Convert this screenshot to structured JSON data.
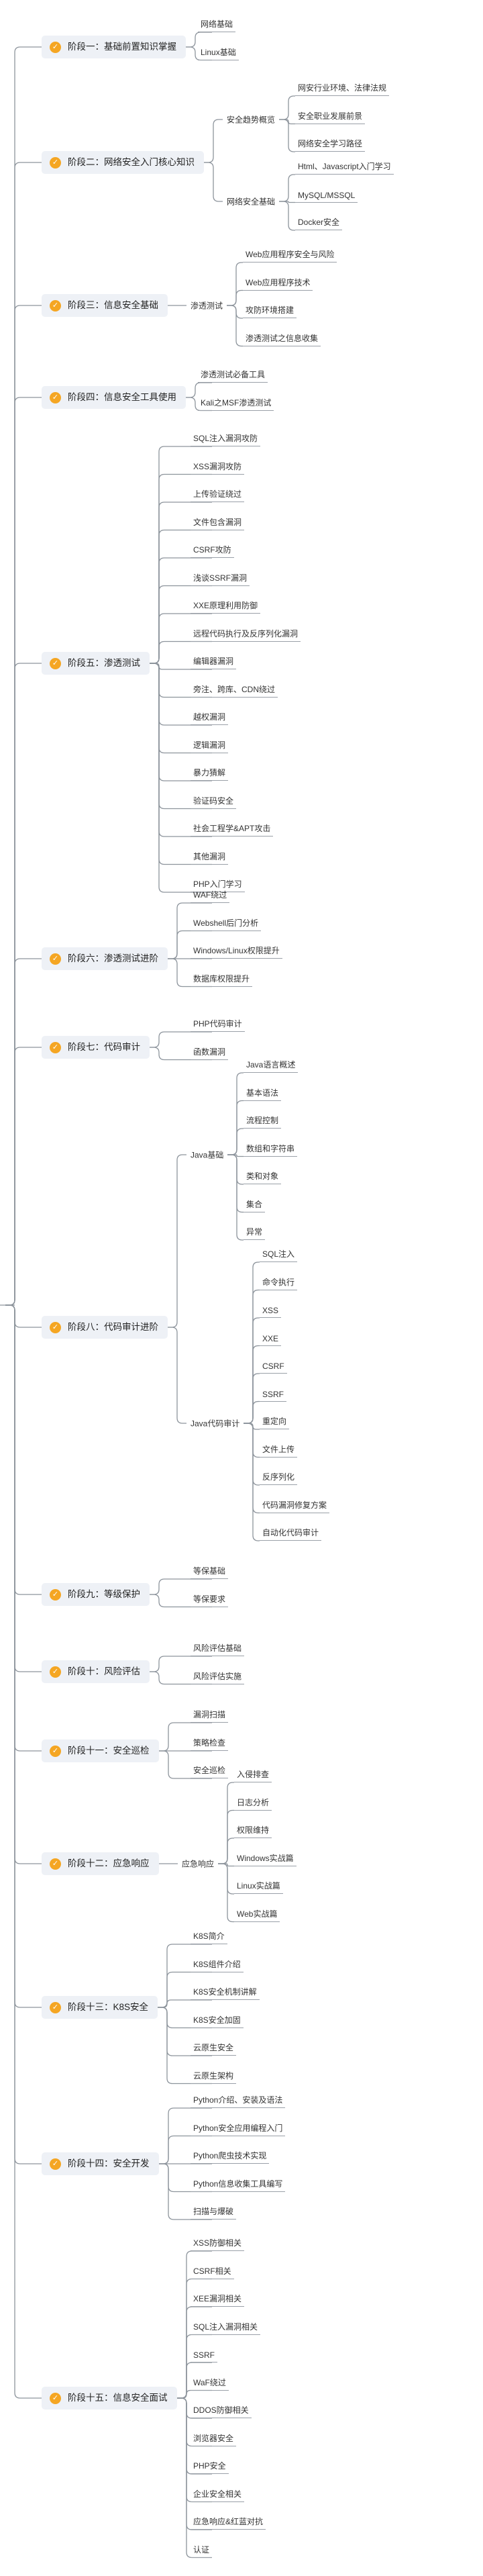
{
  "stages": [
    {
      "label": "阶段一：基础前置知识掌握",
      "children": [
        {
          "label": "网络基础"
        },
        {
          "label": "Linux基础"
        }
      ]
    },
    {
      "label": "阶段二：网络安全入门核心知识",
      "children": [
        {
          "label": "安全趋势概览",
          "children": [
            {
              "label": "网安行业环境、法律法规"
            },
            {
              "label": "安全职业发展前景"
            },
            {
              "label": "网络安全学习路径"
            }
          ]
        },
        {
          "label": "网络安全基础",
          "children": [
            {
              "label": "Html、Javascript入门学习"
            },
            {
              "label": "MySQL/MSSQL"
            },
            {
              "label": "Docker安全"
            }
          ]
        }
      ]
    },
    {
      "label": "阶段三：信息安全基础",
      "children": [
        {
          "label": "渗透测试",
          "children": [
            {
              "label": "Web应用程序安全与风险"
            },
            {
              "label": "Web应用程序技术"
            },
            {
              "label": "攻防环境搭建"
            },
            {
              "label": "渗透测试之信息收集"
            }
          ]
        }
      ]
    },
    {
      "label": "阶段四：信息安全工具使用",
      "children": [
        {
          "label": "渗透测试必备工具"
        },
        {
          "label": "Kali之MSF渗透测试"
        }
      ]
    },
    {
      "label": "阶段五：渗透测试",
      "children": [
        {
          "label": "SQL注入漏洞攻防"
        },
        {
          "label": "XSS漏洞攻防"
        },
        {
          "label": "上传验证绕过"
        },
        {
          "label": "文件包含漏洞"
        },
        {
          "label": "CSRF攻防"
        },
        {
          "label": "浅谈SSRF漏洞"
        },
        {
          "label": "XXE原理利用防御"
        },
        {
          "label": "远程代码执行及反序列化漏洞"
        },
        {
          "label": "编辑器漏洞"
        },
        {
          "label": "旁注、跨库、CDN绕过"
        },
        {
          "label": "越权漏洞"
        },
        {
          "label": "逻辑漏洞"
        },
        {
          "label": "暴力猜解"
        },
        {
          "label": "验证码安全"
        },
        {
          "label": "社会工程学&APT攻击"
        },
        {
          "label": "其他漏洞"
        },
        {
          "label": "PHP入门学习"
        }
      ]
    },
    {
      "label": "阶段六：渗透测试进阶",
      "children": [
        {
          "label": "WAF绕过"
        },
        {
          "label": "Webshell后门分析"
        },
        {
          "label": "Windows/Linux权限提升"
        },
        {
          "label": "数据库权限提升"
        }
      ]
    },
    {
      "label": "阶段七：代码审计",
      "children": [
        {
          "label": "PHP代码审计"
        },
        {
          "label": "函数漏洞"
        }
      ]
    },
    {
      "label": "阶段八：代码审计进阶",
      "children": [
        {
          "label": "Java基础",
          "children": [
            {
              "label": "Java语言概述"
            },
            {
              "label": "基本语法"
            },
            {
              "label": "流程控制"
            },
            {
              "label": "数组和字符串"
            },
            {
              "label": "类和对象"
            },
            {
              "label": "集合"
            },
            {
              "label": "异常"
            }
          ]
        },
        {
          "label": "Java代码审计",
          "children": [
            {
              "label": "SQL注入"
            },
            {
              "label": "命令执行"
            },
            {
              "label": "XSS"
            },
            {
              "label": "XXE"
            },
            {
              "label": "CSRF"
            },
            {
              "label": "SSRF"
            },
            {
              "label": "重定向"
            },
            {
              "label": "文件上传"
            },
            {
              "label": "反序列化"
            },
            {
              "label": "代码漏洞修复方案"
            },
            {
              "label": "自动化代码审计"
            }
          ]
        }
      ]
    },
    {
      "label": "阶段九：等级保护",
      "children": [
        {
          "label": "等保基础"
        },
        {
          "label": "等保要求"
        }
      ]
    },
    {
      "label": "阶段十：风险评估",
      "children": [
        {
          "label": "风险评估基础"
        },
        {
          "label": "风险评估实施"
        }
      ]
    },
    {
      "label": "阶段十一：安全巡检",
      "children": [
        {
          "label": "漏洞扫描"
        },
        {
          "label": "策略检查"
        },
        {
          "label": "安全巡检"
        }
      ]
    },
    {
      "label": "阶段十二：应急响应",
      "children": [
        {
          "label": "应急响应",
          "children": [
            {
              "label": "入侵排查"
            },
            {
              "label": "日志分析"
            },
            {
              "label": "权限维持"
            },
            {
              "label": "Windows实战篇"
            },
            {
              "label": "Linux实战篇"
            },
            {
              "label": "Web实战篇"
            }
          ]
        }
      ]
    },
    {
      "label": "阶段十三：K8S安全",
      "children": [
        {
          "label": "K8S简介"
        },
        {
          "label": "K8S组件介绍"
        },
        {
          "label": "K8S安全机制讲解"
        },
        {
          "label": "K8S安全加固"
        },
        {
          "label": "云原生安全"
        },
        {
          "label": "云原生架构"
        }
      ]
    },
    {
      "label": "阶段十四：安全开发",
      "children": [
        {
          "label": "Python介绍、安装及语法"
        },
        {
          "label": "Python安全应用编程入门"
        },
        {
          "label": "Python爬虫技术实现"
        },
        {
          "label": "Python信息收集工具编写"
        },
        {
          "label": "扫描与爆破"
        }
      ]
    },
    {
      "label": "阶段十五：信息安全面试",
      "children": [
        {
          "label": "XSS防御相关"
        },
        {
          "label": "CSRF相关"
        },
        {
          "label": "XEE漏洞相关"
        },
        {
          "label": "SQL注入漏洞相关"
        },
        {
          "label": "SSRF"
        },
        {
          "label": "WaF绕过"
        },
        {
          "label": "DDOS防御相关"
        },
        {
          "label": "浏览器安全"
        },
        {
          "label": "PHP安全"
        },
        {
          "label": "企业安全相关"
        },
        {
          "label": "应急响应&红蓝对抗"
        },
        {
          "label": "认证"
        }
      ]
    }
  ],
  "colors": {
    "line": "#8d949c",
    "stage_bg": "#eef1f6",
    "check": "#f5a623"
  },
  "icons": {
    "stage_marker": "check-circle-icon"
  }
}
